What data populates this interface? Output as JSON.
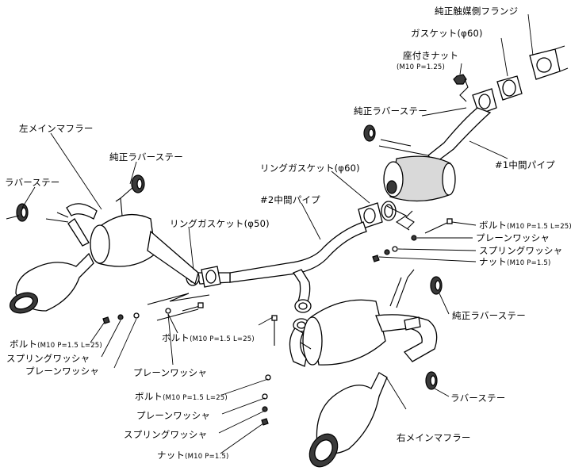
{
  "labels": {
    "cat_flange": "純正触媒側フランジ",
    "gasket_60": "ガスケット(φ60)",
    "seat_nut": "座付きナット",
    "seat_nut_spec": "(M10 P=1.25)",
    "oem_rubber_stay_top": "純正ラバーステー",
    "no1_mid_pipe": "#1中間パイプ",
    "ring_gasket_60": "リングガスケット(φ60)",
    "no2_mid_pipe": "#2中間パイプ",
    "left_main_muffler": "左メインマフラー",
    "oem_rubber_stay_left": "純正ラバーステー",
    "rubber_stay_left": "ラバーステー",
    "ring_gasket_50": "リングガスケット(φ50)",
    "bolt_right": "ボルト",
    "bolt_right_spec": "(M10 P=1.5 L=25)",
    "plain_washer_right": "プレーンワッシャ",
    "spring_washer_right": "スプリングワッシャ",
    "nut_right": "ナット",
    "nut_right_spec": "(M10 P=1.5)",
    "oem_rubber_stay_right": "純正ラバーステー",
    "rubber_stay_right": "ラバーステー",
    "right_main_muffler": "右メインマフラー",
    "bolt_left": "ボルト",
    "bolt_left_spec": "(M10 P=1.5 L=25)",
    "spring_washer_left": "スプリングワッシャ",
    "plain_washer_left": "プレーンワッシャ",
    "bolt_center": "ボルト",
    "bolt_center_spec": "(M10 P=1.5 L=25)",
    "plain_washer_center": "プレーンワッシャ",
    "bolt_lower": "ボルト",
    "bolt_lower_spec": "(M10 P=1.5 L=25)",
    "plain_washer_lower": "プレーンワッシャ",
    "spring_washer_lower": "スプリングワッシャ",
    "nut_lower": "ナット",
    "nut_lower_spec": "(M10 P=1.5)"
  }
}
